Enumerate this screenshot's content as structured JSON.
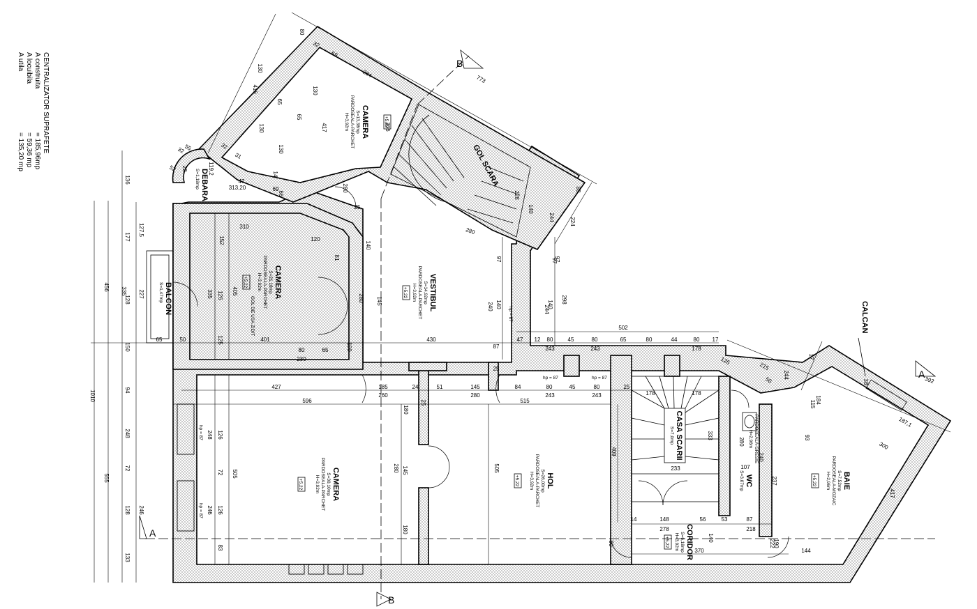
{
  "legend": {
    "title": "CENTRALIZATOR SUPRAFETE",
    "rows": [
      {
        "label": "A construita",
        "value": "= 185,96mp"
      },
      {
        "label": "A locuibila",
        "value": "= 59,36 mp"
      },
      {
        "label": "A utila",
        "value": "= 135,20 mp"
      }
    ]
  },
  "rooms": {
    "camera_top": {
      "name": "CAMERA",
      "lines": [
        "S=13,38mp",
        "PARDOSEALA-PARCHET",
        "H=3,92m"
      ],
      "level": "+5,22"
    },
    "camera_mid": {
      "name": "CAMERA",
      "lines": [
        "S=21,18mp",
        "PARDOSEALA-PARCHET",
        "H=3,92m"
      ],
      "level": "+5,22"
    },
    "vestibul": {
      "name": "VESTIBUL",
      "lines": [
        "S=14,92mp",
        "PARDOSEALA-PARCHET",
        "H=3,92m"
      ],
      "level": "+5,22"
    },
    "camera_low": {
      "name": "CAMERA",
      "lines": [
        "S=30,10mp",
        "PARDOSEALA-PARCHET",
        "H=3,92m"
      ],
      "level": "+5,22"
    },
    "hol": {
      "name": "HOL",
      "lines": [
        "S=26,00mp",
        "PARDOSEALA-PARCHET",
        "H=3,92m"
      ],
      "level": "+5,22"
    },
    "casa_scarii": {
      "name": "CASA SCARII",
      "lines": [
        "S=7,0mp"
      ]
    },
    "wc": {
      "name": "WC",
      "lines": [
        "S=3,07mp",
        "PARDOSEALA-GRESIE",
        "H=2,96m"
      ]
    },
    "baie": {
      "name": "BAIE",
      "lines": [
        "S=7,52mp",
        "PARDOSEALA-MOZAIC",
        "H=2,96m"
      ],
      "level": "+5,22"
    },
    "coridor": {
      "name": "CORIDOR",
      "lines": [
        "S=6,18mp",
        "H=3,92m"
      ],
      "level": "+5,22"
    },
    "balcon": {
      "name": "BALCON",
      "lines": [
        "S=1,47mp"
      ]
    },
    "debara": {
      "name": "DEBARA",
      "lines": [
        "S=1,18mp"
      ]
    },
    "gol_scara": {
      "name": "GOL SCARA"
    }
  },
  "labels": {
    "calcan": "CALCAN",
    "gol_usa": "GOL DE USA ZIDIT",
    "hp87": "hp = 87",
    "sections": {
      "a": "A",
      "b": "B"
    }
  },
  "dimensions": {
    "left_outer": [
      "136",
      "127,5",
      "1010",
      "456",
      "177",
      "335",
      "227",
      "128",
      "150",
      "94",
      "555",
      "248",
      "72",
      "128",
      "133",
      "246"
    ],
    "camera_mid": [
      "310",
      "120",
      "152",
      "405",
      "335",
      "126",
      "401",
      "65",
      "50",
      "125",
      "80",
      "65",
      "230",
      "100",
      "81"
    ],
    "vestibul": [
      "140",
      "280",
      "145",
      "97",
      "240",
      "140",
      "430",
      "87",
      "25",
      "298",
      "244",
      "140",
      "97"
    ],
    "row_502": [
      "502",
      "47",
      "12",
      "80",
      "45",
      "80",
      "65",
      "80",
      "44",
      "80",
      "17",
      "243",
      "243",
      "178",
      "178"
    ],
    "row_427": [
      "427",
      "185",
      "24",
      "51",
      "145",
      "84",
      "80",
      "45",
      "80",
      "25",
      "260",
      "280",
      "243",
      "243",
      "178",
      "596",
      "515",
      "25",
      "180"
    ],
    "camera_low": [
      "126",
      "248",
      "72",
      "246",
      "126",
      "505",
      "83",
      "280",
      "145",
      "180",
      "505",
      "409"
    ],
    "stair": [
      "233",
      "333",
      "148",
      "56",
      "53",
      "87",
      "278",
      "14",
      "218",
      "90",
      "370",
      "140"
    ],
    "wc": [
      "280",
      "107",
      "240"
    ],
    "baie": [
      "392",
      "187,1",
      "300",
      "417",
      "237",
      "222",
      "190",
      "144",
      "115",
      "184",
      "126",
      "215",
      "50",
      "244",
      "93",
      "17",
      "38"
    ],
    "camera_top": [
      "773",
      "284",
      "206",
      "417",
      "130",
      "65",
      "130",
      "65",
      "130",
      "130",
      "416",
      "32",
      "69",
      "80",
      "47",
      "313,20",
      "69",
      "280",
      "25",
      "66",
      "31",
      "32",
      "22"
    ],
    "gol_scara": [
      "280",
      "228",
      "140",
      "244",
      "224",
      "88",
      "97"
    ],
    "debara": [
      "119,2",
      "32",
      "52",
      "55",
      "14"
    ]
  }
}
